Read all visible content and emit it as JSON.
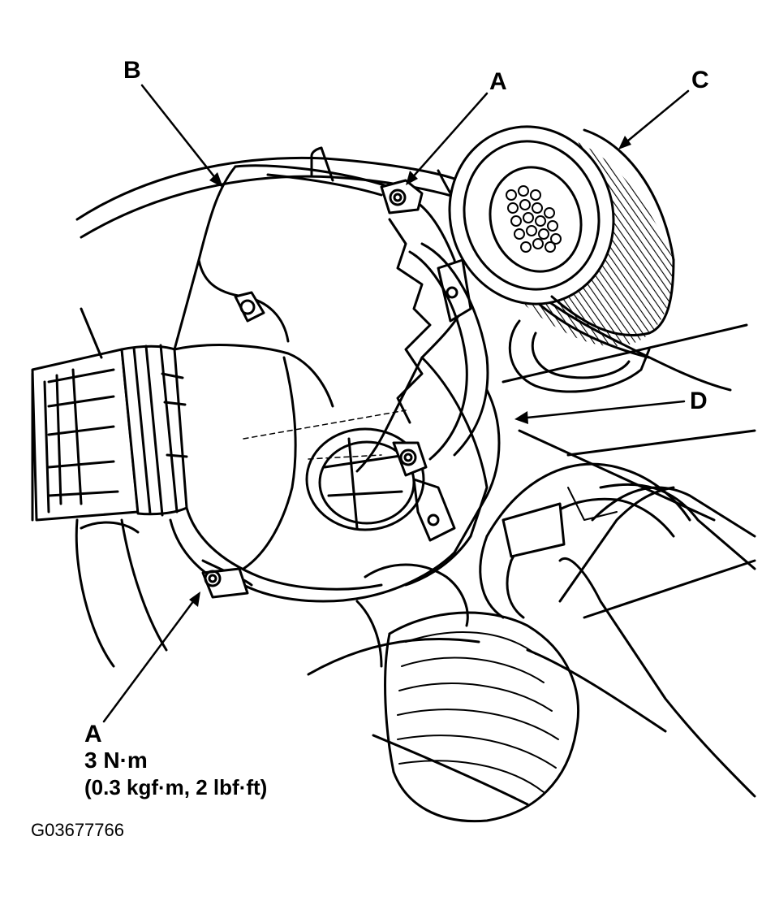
{
  "callouts": {
    "b": "B",
    "a_top": "A",
    "c": "C",
    "d": "D",
    "a_bottom": "A"
  },
  "torque_spec": {
    "nm": "3 N·m",
    "alt": "(0.3 kgf·m, 2 lbf·ft)"
  },
  "figure_id": "G03677766",
  "colors": {
    "ink": "#000000",
    "paper": "#ffffff",
    "shade": "#d0d0d0"
  }
}
